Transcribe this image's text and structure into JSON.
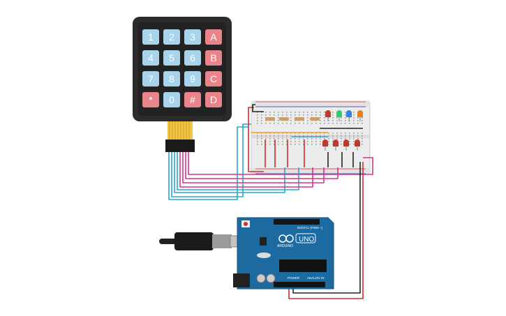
{
  "keypad": {
    "rows": [
      [
        "1",
        "2",
        "3",
        "A"
      ],
      [
        "4",
        "5",
        "6",
        "B"
      ],
      [
        "7",
        "8",
        "9",
        "C"
      ],
      [
        "*",
        "0",
        "#",
        "D"
      ]
    ],
    "colors": {
      "number_key": "#a8d3ea",
      "function_key": "#e8848a",
      "body": "#2b2b2b"
    }
  },
  "arduino": {
    "logo_text": "UNO",
    "brand_text": "ARDUINO",
    "digital_label": "DIGITAL (PWM ~)",
    "analog_label": "ANALOG IN",
    "power_label": "POWER",
    "board_color": "#1d6aa0"
  },
  "leds": {
    "top_row_colors": [
      "#c0392b",
      "#2ecc71",
      "#2e86de",
      "#e67e22"
    ],
    "bottom_row_colors": [
      "#c0392b",
      "#c0392b",
      "#c0392b",
      "#c0392b"
    ]
  },
  "wires": {
    "colors": {
      "blue": "#2aa7c9",
      "magenta": "#d6338a",
      "red": "#d22b2b",
      "black": "#222222",
      "orange": "#f39c12"
    }
  }
}
